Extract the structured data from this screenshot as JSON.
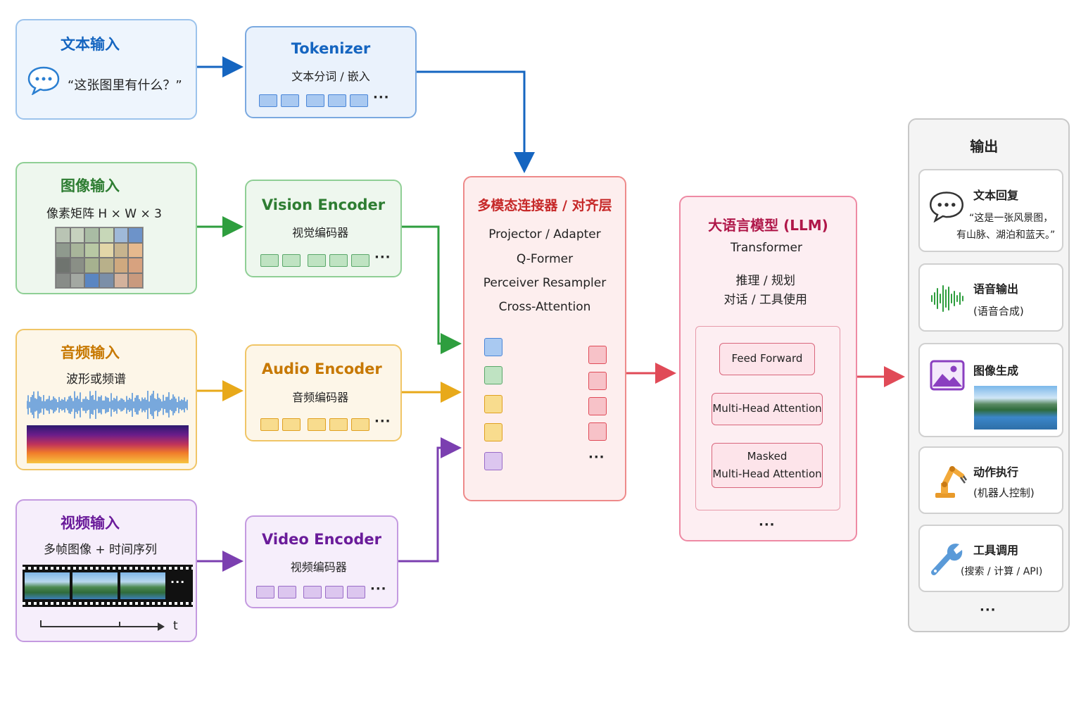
{
  "inputs": {
    "text": {
      "title": "文本输入",
      "sample": "“这张图里有什么？”",
      "color": "#1565c0",
      "bg": "#eef5fd"
    },
    "image": {
      "title": "图像输入",
      "desc": "像素矩阵  H × W × 3",
      "color": "#2e7d32",
      "bg": "#eef7ee"
    },
    "audio": {
      "title": "音频输入",
      "desc": "波形或频谱",
      "color": "#c77800",
      "bg": "#fdf6e8"
    },
    "video": {
      "title": "视频输入",
      "desc": "多帧图像 + 时间序列",
      "time_label": "t",
      "color": "#6a1b9a",
      "bg": "#f6eefb"
    }
  },
  "encoders": {
    "tokenizer": {
      "title": "Tokenizer",
      "sub": "文本分词 / 嵌入"
    },
    "vision": {
      "title": "Vision Encoder",
      "sub": "视觉编码器"
    },
    "audio": {
      "title": "Audio Encoder",
      "sub": "音频编码器"
    },
    "video": {
      "title": "Video Encoder",
      "sub": "视频编码器"
    },
    "ellipsis": "···"
  },
  "connector": {
    "title": "多模态连接器 / 对齐层",
    "items": [
      "Projector / Adapter",
      "Q-Former",
      "Perceiver Resampler",
      "Cross-Attention"
    ],
    "ellipsis": "···",
    "color": "#c62828",
    "bg": "#fdeeee"
  },
  "llm": {
    "title": "大语言模型 (LLM)",
    "subtitle": "Transformer",
    "line1": "推理 / 规划",
    "line2": "对话 / 工具使用",
    "layers": {
      "ff": "Feed Forward",
      "mha": "Multi-Head Attention",
      "masked1": "Masked",
      "masked2": "Multi-Head Attention"
    },
    "ellipsis": "···",
    "color": "#b0184a",
    "bg": "#fdeef2"
  },
  "output": {
    "title": "输出",
    "items": [
      {
        "title": "文本回复",
        "desc1": "“这是一张风景图，",
        "desc2": "有山脉、湖泊和蓝天。”",
        "icon": "chat-icon"
      },
      {
        "title": "语音输出",
        "desc1": "(语音合成)",
        "icon": "waveform-icon"
      },
      {
        "title": "图像生成",
        "icon": "image-icon"
      },
      {
        "title": "动作执行",
        "desc1": "(机器人控制)",
        "icon": "robot-arm-icon"
      },
      {
        "title": "工具调用",
        "desc1": "(搜索 / 计算 / API)",
        "icon": "wrench-icon"
      }
    ],
    "ellipsis": "···"
  }
}
